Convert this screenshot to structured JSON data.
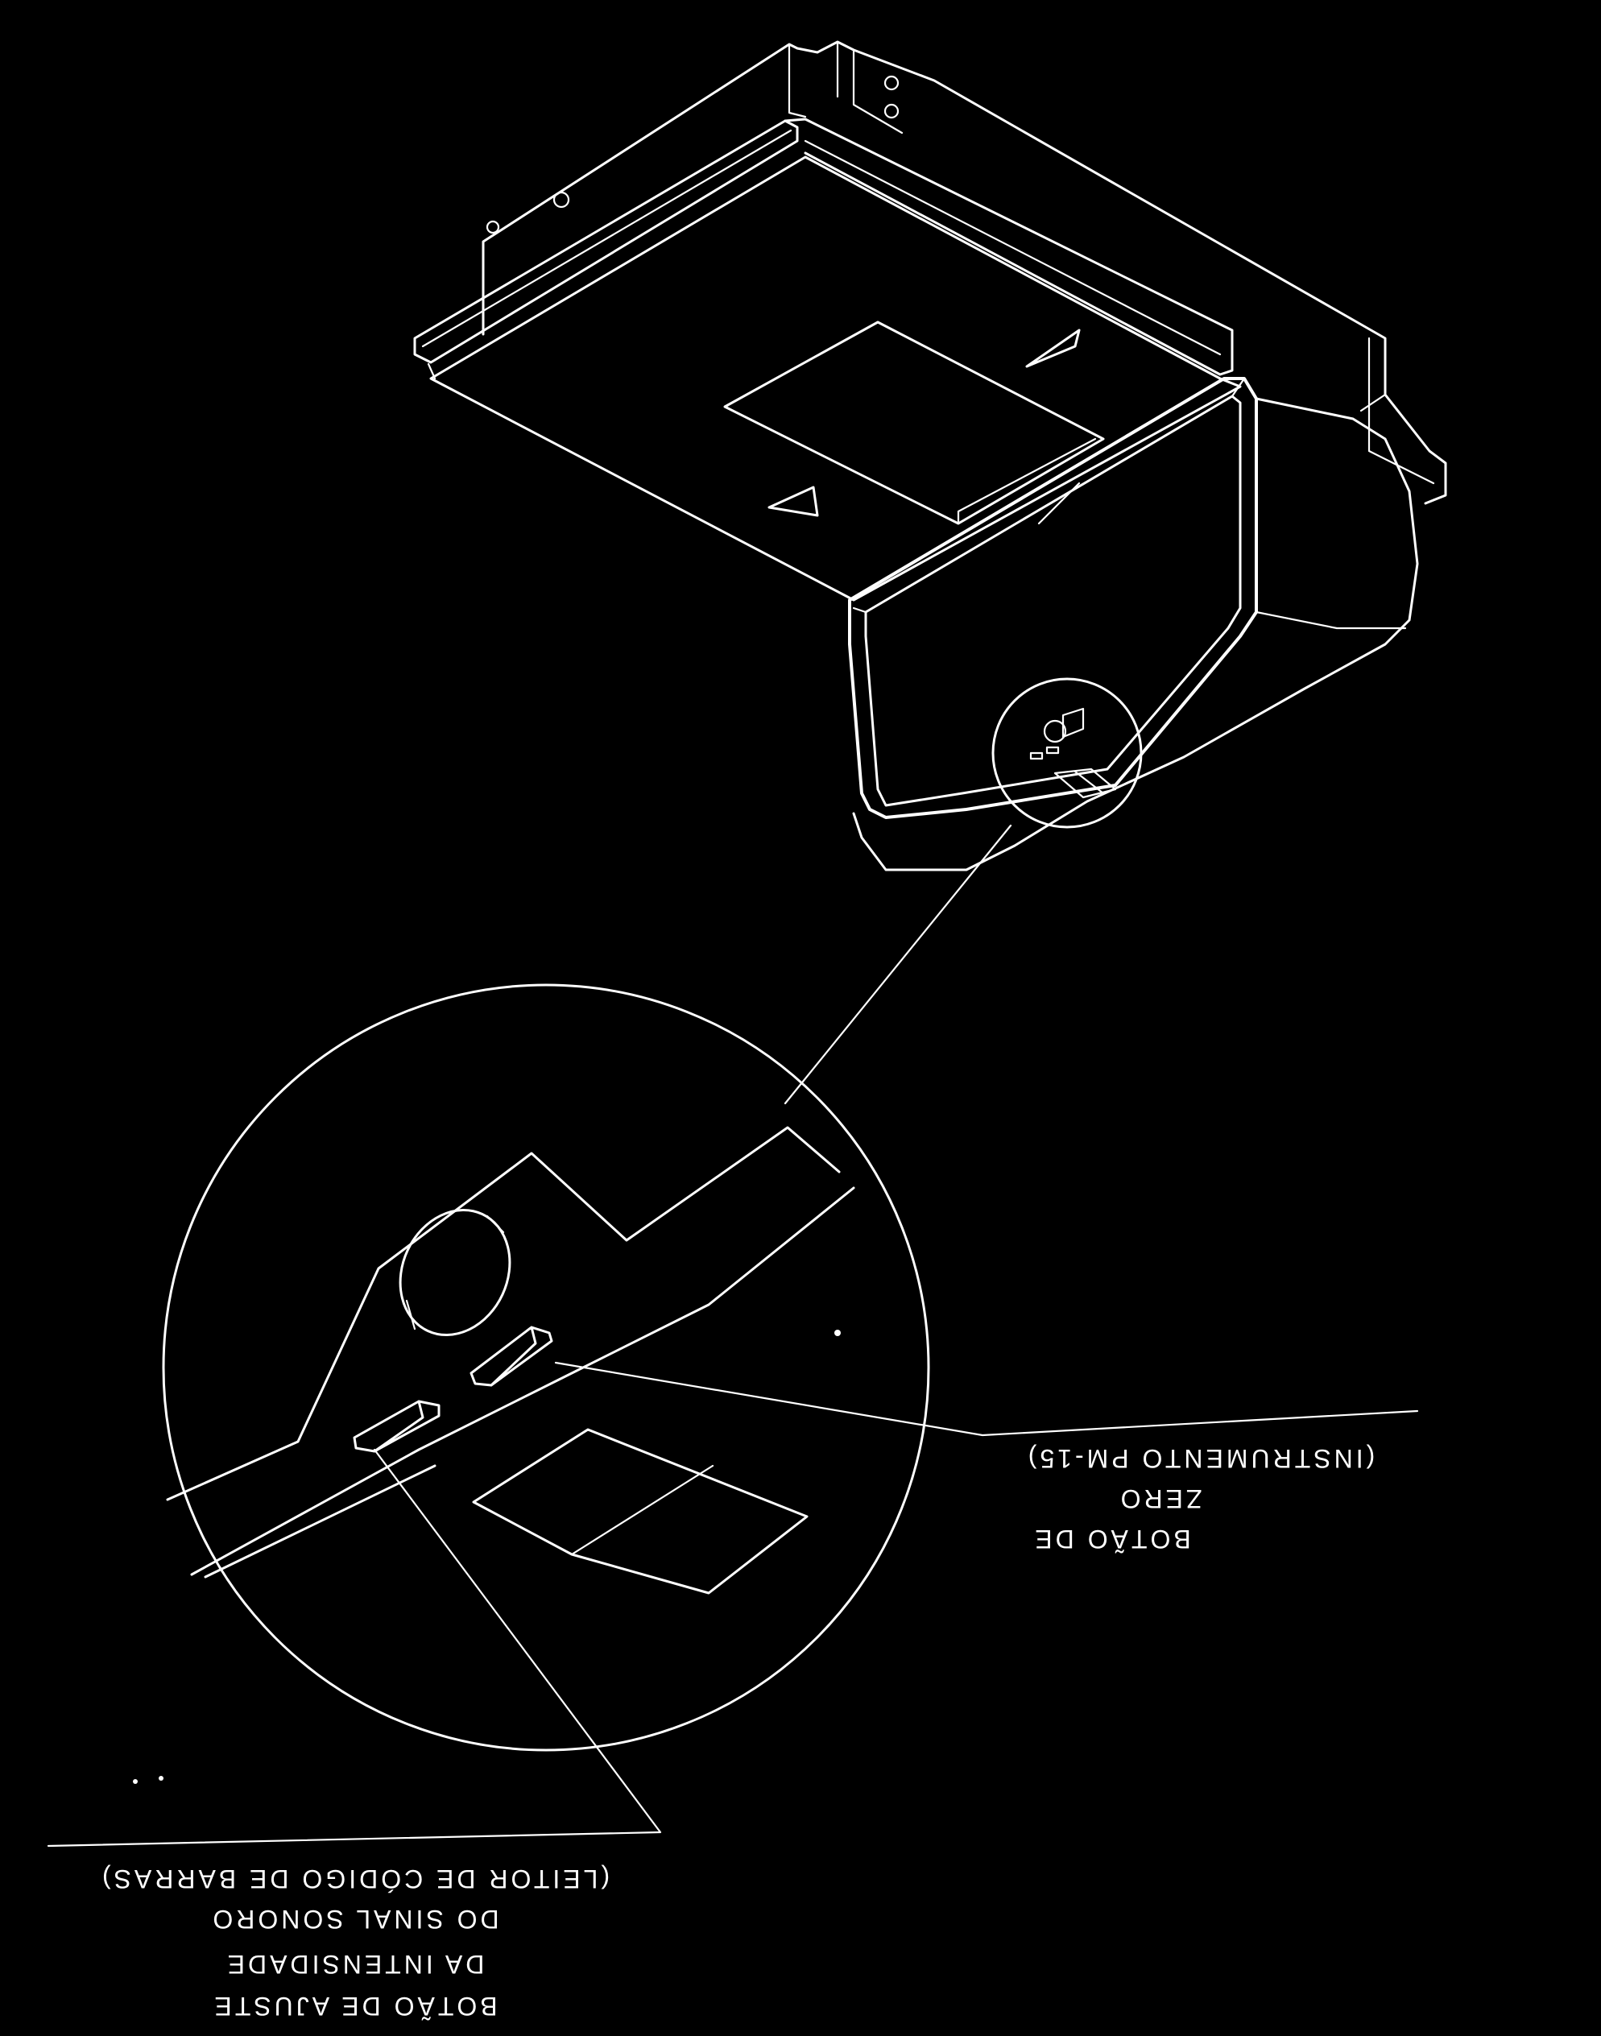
{
  "callouts": {
    "zero_button": {
      "lines": [
        "BOTÃO DE",
        "ZERO",
        "(INSTRUMENTO PM-15)"
      ]
    },
    "beep_adjust_button": {
      "lines": [
        "BOTÃO DE AJUSTE",
        "DA INTENSIDADE",
        "DO SINAL SONORO",
        "(LEITOR DE CÓDIGO DE BARRAS)"
      ]
    }
  },
  "colors": {
    "background": "#000000",
    "line": "#ffffff"
  }
}
